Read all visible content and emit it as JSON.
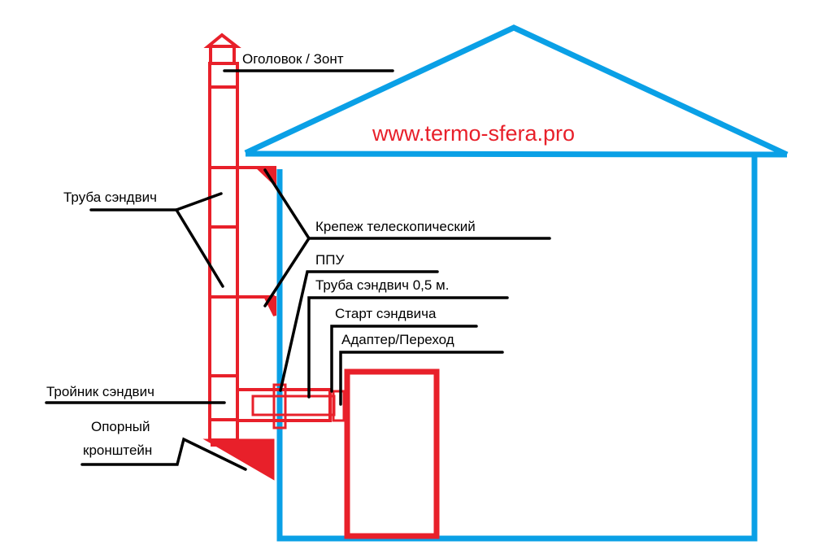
{
  "site_url": "www.termo-sfera.pro",
  "labels": {
    "cap": "Оголовок / Зонт",
    "sandwich_pipe": "Труба сэндвич",
    "telescopic_mount": "Крепеж телескопический",
    "ppu": "ППУ",
    "sandwich_pipe_05": "Труба сэндвич 0,5 м.",
    "sandwich_start": "Старт сэндвича",
    "adapter": "Адаптер/Переход",
    "sandwich_tee": "Тройник сэндвич",
    "support_bracket_line1": "Опорный",
    "support_bracket_line2": "кронштейн"
  },
  "colors": {
    "house": "#0aa0e6",
    "chimney": "#e8202a",
    "leader": "#000000",
    "site_text": "#e8202a"
  }
}
